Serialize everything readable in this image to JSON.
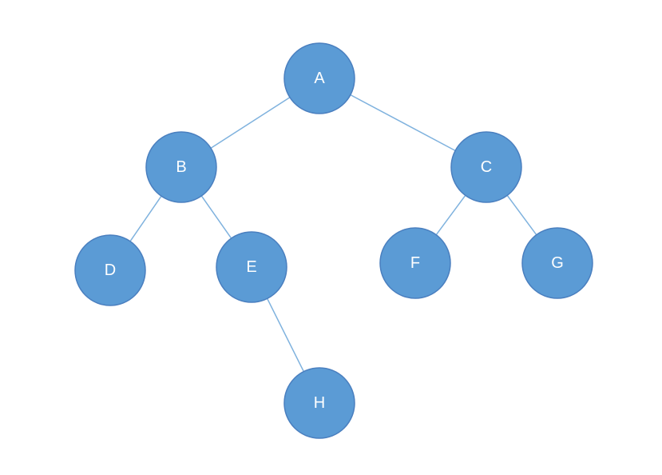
{
  "colors": {
    "node_fill": "#5b9bd5",
    "node_stroke": "#4a7fbf",
    "edge": "#7fb2de",
    "label": "#ffffff",
    "background": "#ffffff"
  },
  "tree": {
    "nodes": [
      {
        "id": "A",
        "label": "A"
      },
      {
        "id": "B",
        "label": "B"
      },
      {
        "id": "C",
        "label": "C"
      },
      {
        "id": "D",
        "label": "D"
      },
      {
        "id": "E",
        "label": "E"
      },
      {
        "id": "F",
        "label": "F"
      },
      {
        "id": "G",
        "label": "G"
      },
      {
        "id": "H",
        "label": "H"
      }
    ],
    "edges": [
      {
        "from": "A",
        "to": "B"
      },
      {
        "from": "A",
        "to": "C"
      },
      {
        "from": "B",
        "to": "D"
      },
      {
        "from": "B",
        "to": "E"
      },
      {
        "from": "C",
        "to": "F"
      },
      {
        "from": "C",
        "to": "G"
      },
      {
        "from": "E",
        "to": "H"
      }
    ]
  }
}
